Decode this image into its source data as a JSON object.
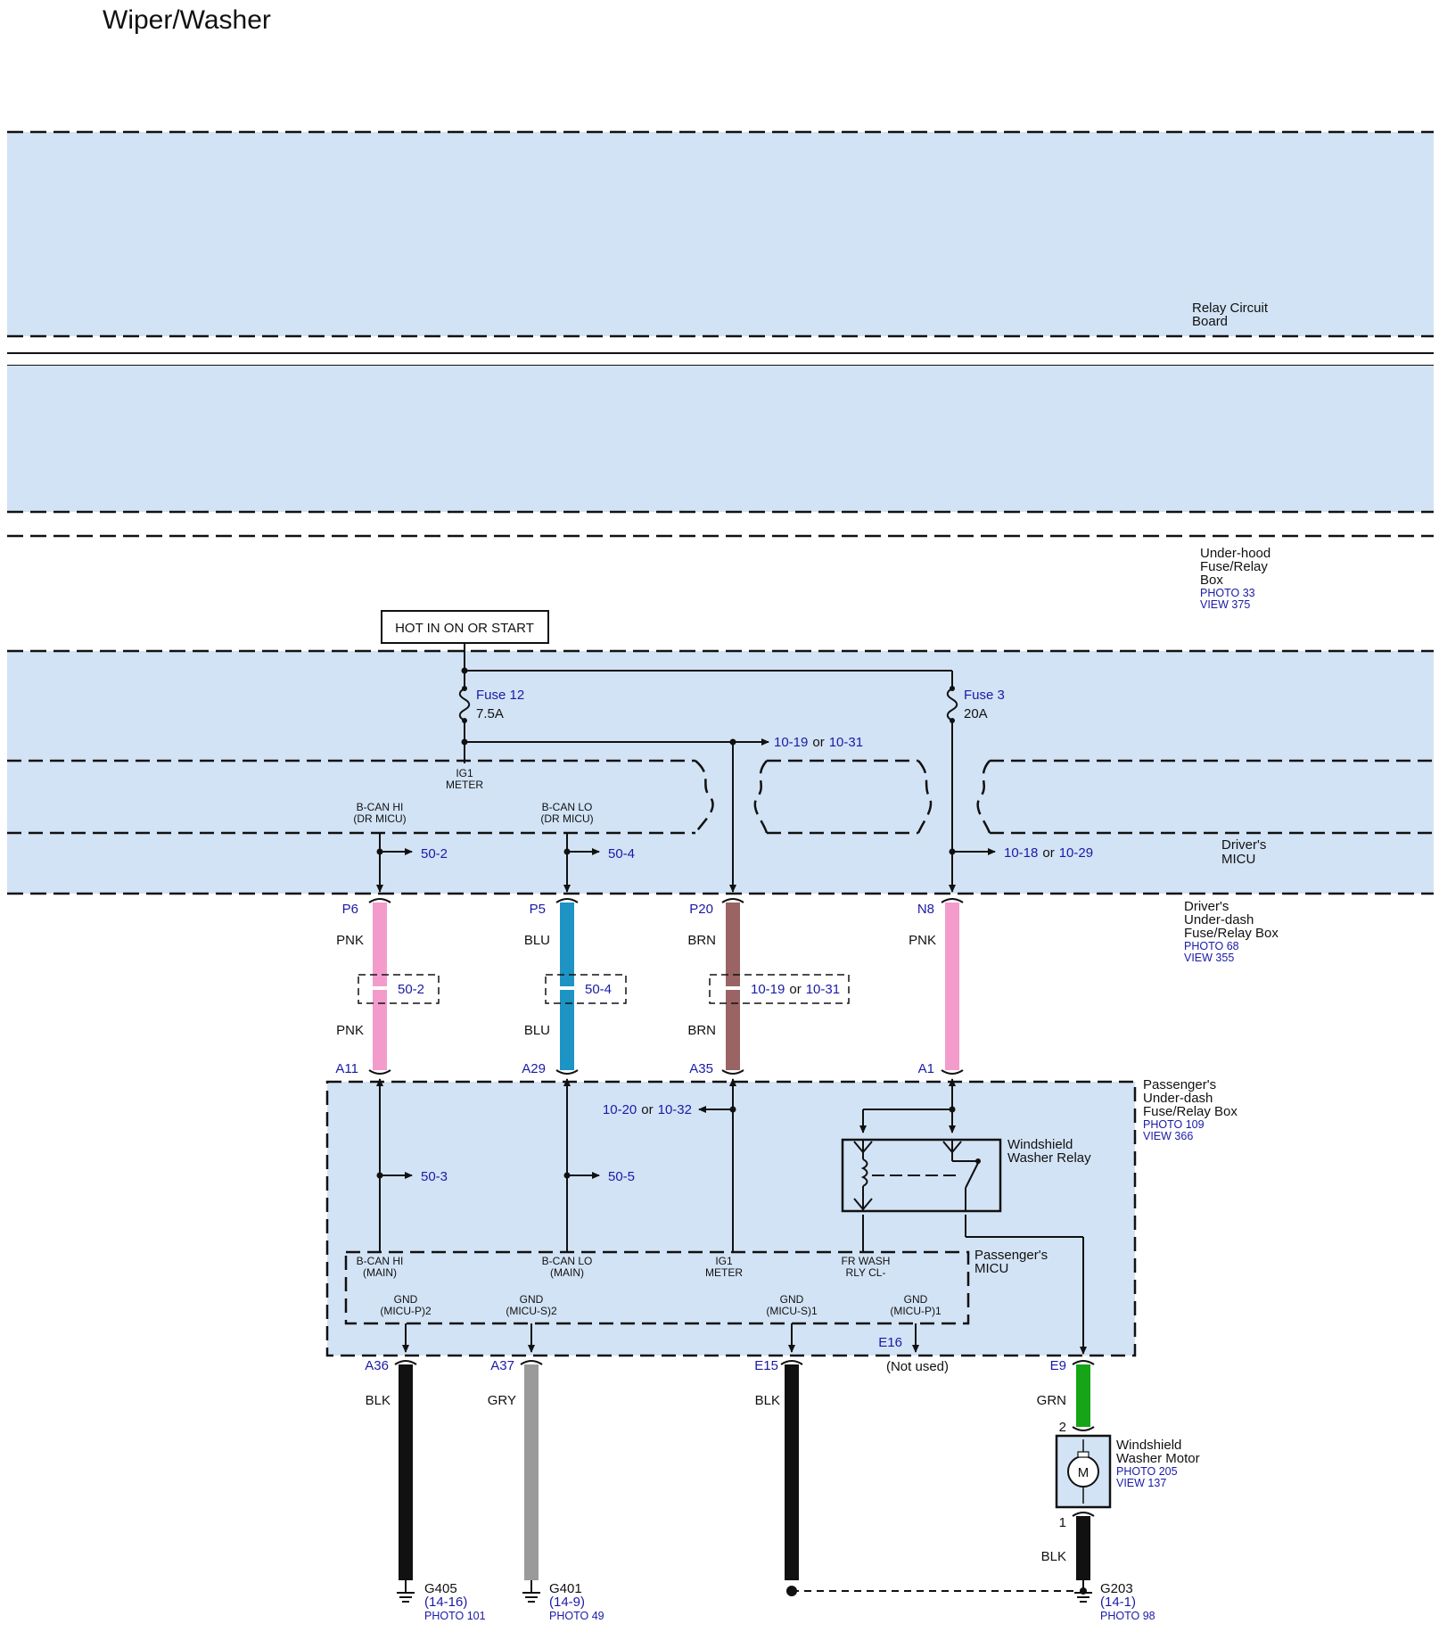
{
  "title": "Wiper/Washer",
  "colors": {
    "box_fill": "#d2e3f5",
    "ref": "#1a1aa6",
    "PNK": "#f39ccc",
    "BLU": "#1e94c4",
    "BRN": "#9a6464",
    "BLK": "#111111",
    "GRY": "#9a9a9a",
    "GRN": "#16a516"
  },
  "components": {
    "relay_circuit_board": {
      "line1": "Relay Circuit",
      "line2": "Board"
    },
    "underhood": {
      "line1": "Under-hood",
      "line2": "Fuse/Relay",
      "line3": "Box",
      "photo": "PHOTO 33",
      "view": "VIEW 375"
    },
    "drivers_micu": {
      "line1": "Driver's",
      "line2": "MICU"
    },
    "drivers_underdash": {
      "line1": "Driver's",
      "line2": "Under-dash",
      "line3": "Fuse/Relay Box",
      "photo": "PHOTO 68",
      "view": "VIEW 355"
    },
    "passengers_underdash": {
      "line1": "Passenger's",
      "line2": "Under-dash",
      "line3": "Fuse/Relay Box",
      "photo": "PHOTO 109",
      "view": "VIEW 366"
    },
    "passengers_micu": {
      "line1": "Passenger's",
      "line2": "MICU"
    },
    "washer_relay": {
      "line1": "Windshield",
      "line2": "Washer Relay"
    },
    "washer_motor": {
      "line1": "Windshield",
      "line2": "Washer Motor",
      "photo": "PHOTO 205",
      "view": "VIEW 137",
      "symbol": "M"
    }
  },
  "power": {
    "hot_label": "HOT IN ON OR START"
  },
  "fuses": [
    {
      "name": "Fuse 12",
      "rating": "7.5A"
    },
    {
      "name": "Fuse 3",
      "rating": "20A"
    }
  ],
  "micu_terminals": {
    "ig1_meter": {
      "line1": "IG1",
      "line2": "METER"
    },
    "bcan_hi_dr": {
      "line1": "B-CAN HI",
      "line2": "(DR MICU)"
    },
    "bcan_lo_dr": {
      "line1": "B-CAN LO",
      "line2": "(DR MICU)"
    },
    "bcan_hi_main": {
      "line1": "B-CAN HI",
      "line2": "(MAIN)"
    },
    "bcan_lo_main": {
      "line1": "B-CAN LO",
      "line2": "(MAIN)"
    },
    "ig1_meter_p": {
      "line1": "IG1",
      "line2": "METER"
    },
    "fr_wash": {
      "line1": "FR WASH",
      "line2": "RLY CL-"
    },
    "gnd_micu_p2": {
      "line1": "GND",
      "line2": "(MICU-P)2"
    },
    "gnd_micu_s2": {
      "line1": "GND",
      "line2": "(MICU-S)2"
    },
    "gnd_micu_s1": {
      "line1": "GND",
      "line2": "(MICU-S)1"
    },
    "gnd_micu_p1": {
      "line1": "GND",
      "line2": "(MICU-P)1"
    }
  },
  "page_refs": {
    "r1": {
      "a": "10-19",
      "or": "or",
      "b": "10-31"
    },
    "r2": {
      "a": "10-18",
      "or": "or",
      "b": "10-29"
    },
    "r3": "50-2",
    "r4": "50-4",
    "r5": {
      "a": "10-20",
      "or": "or",
      "b": "10-32"
    },
    "r6": "50-3",
    "r7": "50-5",
    "splice1": "50-2",
    "splice2": "50-4",
    "splice3": {
      "a": "10-19",
      "or": "or",
      "b": "10-31"
    }
  },
  "connectors": {
    "P6": "P6",
    "P5": "P5",
    "P20": "P20",
    "N8": "N8",
    "A11": "A11",
    "A29": "A29",
    "A35": "A35",
    "A1": "A1",
    "A36": "A36",
    "A37": "A37",
    "E15": "E15",
    "E16": "E16",
    "E9": "E9",
    "pin2": "2",
    "pin1": "1"
  },
  "wires": {
    "w1_top": "PNK",
    "w1_bot": "PNK",
    "w2_top": "BLU",
    "w2_bot": "BLU",
    "w3_top": "BRN",
    "w3_bot": "BRN",
    "w4": "PNK",
    "g1": "BLK",
    "g2": "GRY",
    "g3": "BLK",
    "g4": "GRN",
    "g5": "BLK"
  },
  "not_used": "(Not used)",
  "grounds": [
    {
      "name": "G405",
      "page": "(14-16)",
      "photo": "PHOTO 101"
    },
    {
      "name": "G401",
      "page": "(14-9)",
      "photo": "PHOTO 49"
    },
    {
      "name": "G203",
      "page": "(14-1)",
      "photo": "PHOTO 98"
    }
  ]
}
